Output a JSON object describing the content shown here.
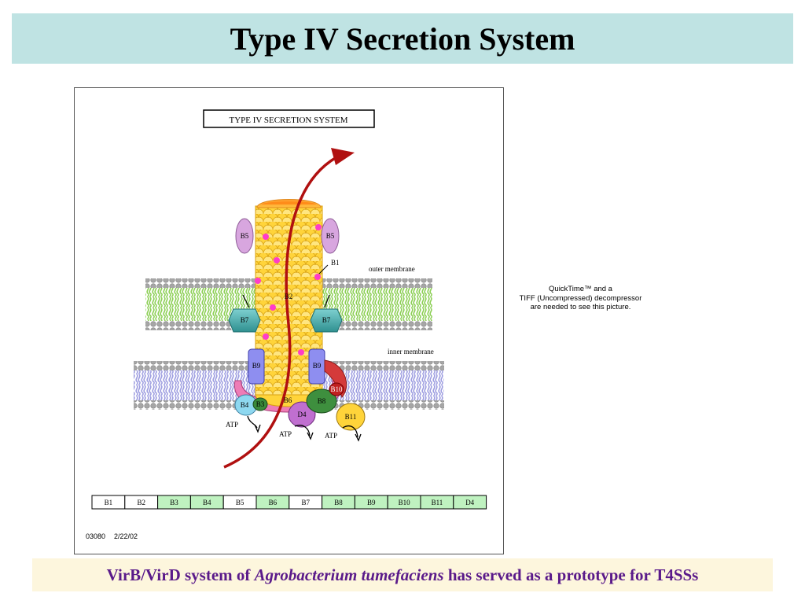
{
  "slide": {
    "title": "Type IV Secretion System",
    "caption_prefix": "VirB/VirD system of ",
    "caption_species": "Agrobacterium tumefaciens",
    "caption_suffix": " has served as a prototype for T4SSs"
  },
  "diagram": {
    "header_box": "TYPE IV SECRETION SYSTEM",
    "outer_membrane_label": "outer membrane",
    "inner_membrane_label": "inner membrane",
    "components": {
      "b1": "B1",
      "b2": "B2",
      "b3": "B3",
      "b4": "B4",
      "b5": "B5",
      "b6": "B6",
      "b7": "B7",
      "b8": "B8",
      "b9": "B9",
      "b10": "B10",
      "b11": "B11",
      "d4": "D4"
    },
    "atp_label": "ATP",
    "legend_strip": [
      {
        "label": "B1",
        "color": "#ffffff"
      },
      {
        "label": "B2",
        "color": "#ffffff"
      },
      {
        "label": "B3",
        "color": "#bff2c0"
      },
      {
        "label": "B4",
        "color": "#bff2c0"
      },
      {
        "label": "B5",
        "color": "#ffffff"
      },
      {
        "label": "B6",
        "color": "#bff2c0"
      },
      {
        "label": "B7",
        "color": "#ffffff"
      },
      {
        "label": "B8",
        "color": "#bff2c0"
      },
      {
        "label": "B9",
        "color": "#bff2c0"
      },
      {
        "label": "B10",
        "color": "#bff2c0"
      },
      {
        "label": "B11",
        "color": "#bff2c0"
      },
      {
        "label": "D4",
        "color": "#bff2c0"
      }
    ],
    "footer_code": "03080",
    "footer_date": "2/22/02"
  },
  "placeholder": {
    "line1": "QuickTime™ and a",
    "line2": "TIFF (Uncompressed) decompressor",
    "line3": "are needed to see this picture."
  },
  "colors": {
    "title_band": "#bfe3e3",
    "caption_bg": "#fdf6dd",
    "caption_text": "#5a1a8a",
    "pilus": "#ffd43a",
    "arrow": "#b01010"
  }
}
